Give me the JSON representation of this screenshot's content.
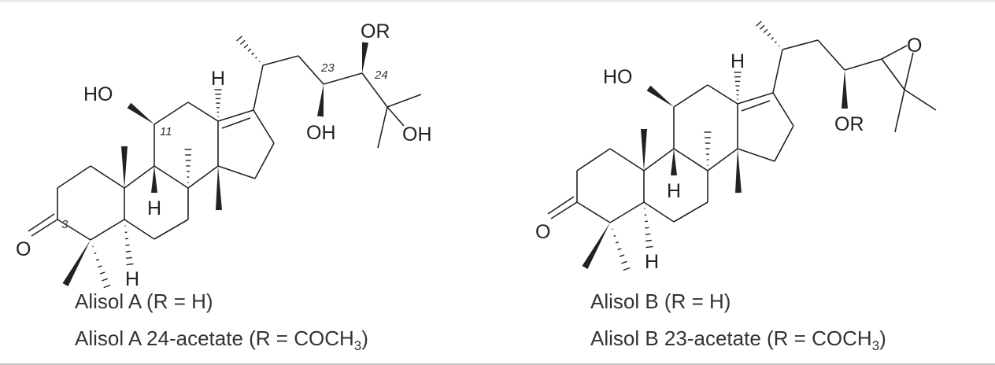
{
  "compounds": [
    {
      "name": "Alisol A",
      "labels": {
        "ho": "HO",
        "h13": "H",
        "h9": "H",
        "h5": "H",
        "o3": "O",
        "oh23": "OH",
        "or24": "OR",
        "oh25": "OH"
      },
      "numbers": {
        "c3": "3",
        "c11": "11",
        "c23": "23",
        "c24": "24"
      },
      "caption_line1": "Alisol A (R = H)",
      "caption_line2": {
        "prefix": "Alisol A 24-acetate (R = COCH",
        "sub": "3",
        "suffix": ")"
      }
    },
    {
      "name": "Alisol B",
      "labels": {
        "ho": "HO",
        "h13": "H",
        "h9": "H",
        "h5": "H",
        "o3": "O",
        "or23": "OR",
        "o_epoxide": "O"
      },
      "caption_line1": "Alisol B (R = H)",
      "caption_line2": {
        "prefix": "Alisol B 23-acetate (R = COCH",
        "sub": "3",
        "suffix": ")"
      }
    }
  ],
  "colors": {
    "ink": "#222222",
    "caption": "#333333"
  }
}
